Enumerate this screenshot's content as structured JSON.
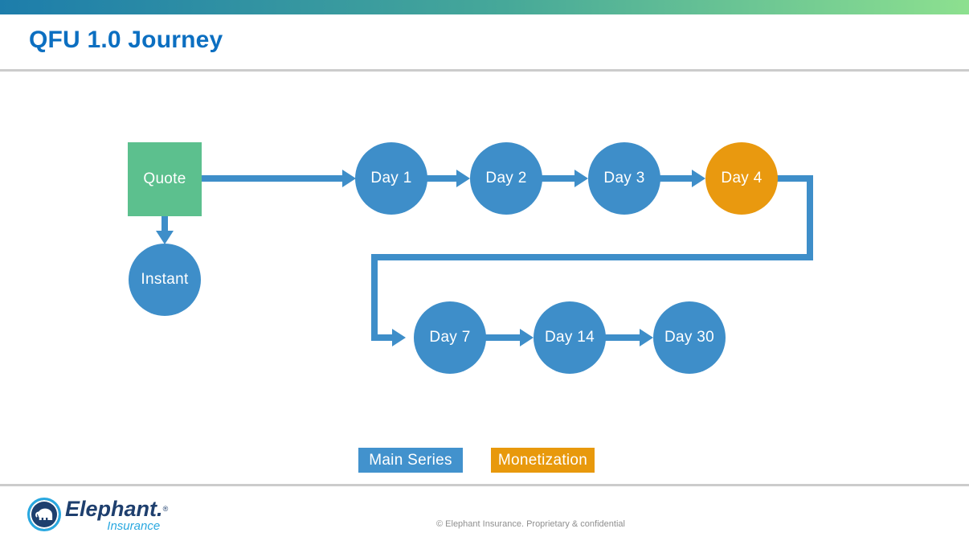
{
  "slide": {
    "title": "QFU 1.0 Journey",
    "footer_text": "© Elephant Insurance. Proprietary & confidential"
  },
  "logo": {
    "name": "Elephant.",
    "registered_mark": "®",
    "subtitle": "Insurance"
  },
  "colors": {
    "title_blue": "#0c6fc1",
    "main_series_blue": "#3e8ec9",
    "monetization_orange": "#e9990f",
    "quote_green": "#5cc08e",
    "gradient_left": "#1d7dab",
    "gradient_mid": "#46a899",
    "gradient_right": "#8de08f",
    "divider_gray": "#cccccc",
    "logo_navy": "#1e3f6e",
    "logo_light_blue": "#29a8e0"
  },
  "diagram": {
    "nodes": [
      {
        "id": "quote",
        "label": "Quote",
        "shape": "square",
        "series": "start"
      },
      {
        "id": "instant",
        "label": "Instant",
        "shape": "circle",
        "series": "main"
      },
      {
        "id": "day1",
        "label": "Day 1",
        "shape": "circle",
        "series": "main"
      },
      {
        "id": "day2",
        "label": "Day 2",
        "shape": "circle",
        "series": "main"
      },
      {
        "id": "day3",
        "label": "Day 3",
        "shape": "circle",
        "series": "main"
      },
      {
        "id": "day4",
        "label": "Day 4",
        "shape": "circle",
        "series": "monetization"
      },
      {
        "id": "day7",
        "label": "Day 7",
        "shape": "circle",
        "series": "main"
      },
      {
        "id": "day14",
        "label": "Day 14",
        "shape": "circle",
        "series": "main"
      },
      {
        "id": "day30",
        "label": "Day 30",
        "shape": "circle",
        "series": "main"
      }
    ],
    "edges": [
      {
        "from": "quote",
        "to": "day1"
      },
      {
        "from": "quote",
        "to": "instant"
      },
      {
        "from": "day1",
        "to": "day2"
      },
      {
        "from": "day2",
        "to": "day3"
      },
      {
        "from": "day3",
        "to": "day4"
      },
      {
        "from": "day4",
        "to": "day7"
      },
      {
        "from": "day7",
        "to": "day14"
      },
      {
        "from": "day14",
        "to": "day30"
      }
    ]
  },
  "legend": {
    "items": [
      {
        "label": "Main Series",
        "color": "#4292cd"
      },
      {
        "label": "Monetization",
        "color": "#e8990c"
      }
    ]
  }
}
